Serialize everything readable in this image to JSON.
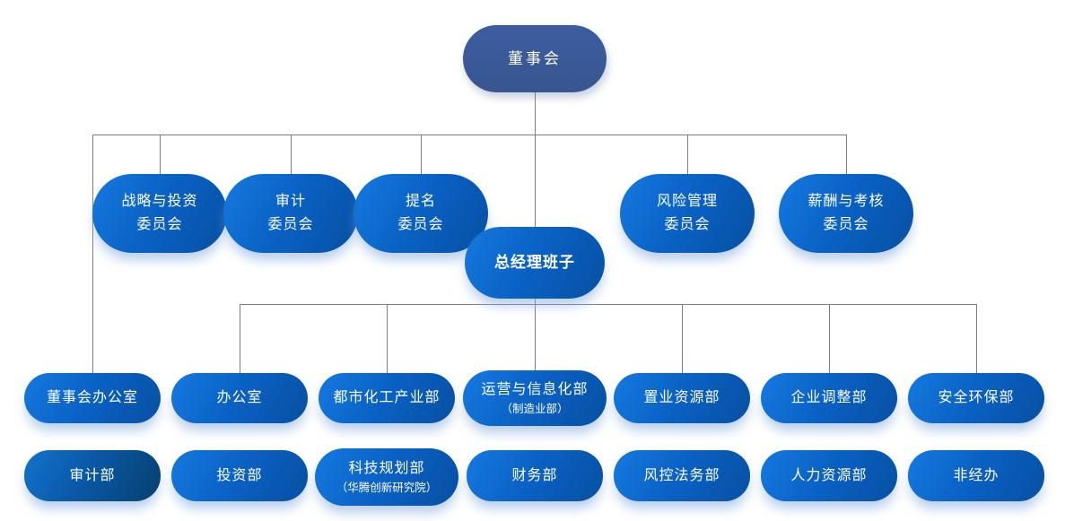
{
  "colors": {
    "board_fill": "#3A5A9C",
    "node_gradient_start": "#1579E0",
    "node_gradient_end": "#0750A2",
    "audit_dept_gradient_start": "#1273CE",
    "audit_dept_gradient_end": "#06406F",
    "connector": "#808080",
    "text": "#FFFFFF"
  },
  "org": {
    "board": {
      "label": "董事会"
    },
    "committees": [
      {
        "line1": "战略与投资",
        "line2": "委员会"
      },
      {
        "line1": "审计",
        "line2": "委员会"
      },
      {
        "line1": "提名",
        "line2": "委员会"
      },
      {
        "line1": "风险管理",
        "line2": "委员会"
      },
      {
        "line1": "薪酬与考核",
        "line2": "委员会"
      }
    ],
    "general_manager": {
      "label": "总经理班子"
    },
    "departments_row1": [
      {
        "label": "董事会办公室"
      },
      {
        "label": "办公室"
      },
      {
        "label": "都市化工产业部"
      },
      {
        "label": "运营与信息化部",
        "sublabel": "（制造业部）"
      },
      {
        "label": "置业资源部"
      },
      {
        "label": "企业调整部"
      },
      {
        "label": "安全环保部"
      }
    ],
    "departments_row2": [
      {
        "label": "审计部"
      },
      {
        "label": "投资部"
      },
      {
        "label": "科技规划部",
        "sublabel": "（华腾创新研究院）"
      },
      {
        "label": "财务部"
      },
      {
        "label": "风控法务部"
      },
      {
        "label": "人力资源部"
      },
      {
        "label": "非经办"
      }
    ]
  }
}
